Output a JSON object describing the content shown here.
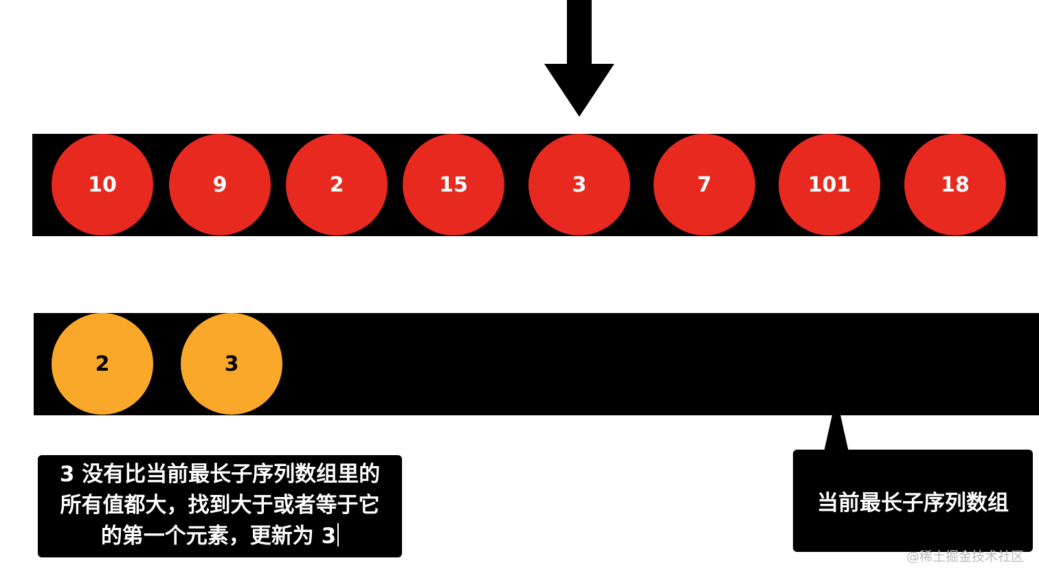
{
  "input_array": [
    "10",
    "9",
    "2",
    "15",
    "3",
    "7",
    "101",
    "18"
  ],
  "tails_array": [
    "2",
    "3"
  ],
  "explanation": {
    "line1": "3 没有比当前最长子序列数组里的",
    "line2": "所有值都大，找到大于或者等于它",
    "line3": "的第一个元素，更新为 3"
  },
  "tails_label": "当前最长子序列数组",
  "watermark": "@稀土掘金技术社区",
  "colors": {
    "input_circle": "#e8291f",
    "tails_circle": "#f9a82a",
    "bar": "#000000"
  }
}
